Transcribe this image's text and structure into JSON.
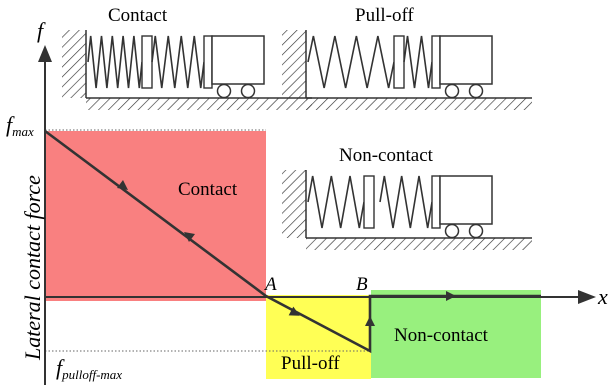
{
  "axes": {
    "y_label": "Lateral contact force",
    "y_symbol": "f",
    "x_symbol": "x",
    "f_max": {
      "base": "f",
      "sub": "max"
    },
    "f_pulloff": {
      "base": "f",
      "sub": "pulloff-max"
    }
  },
  "points": {
    "a": "A",
    "b": "B"
  },
  "regions": {
    "contact": "Contact",
    "pulloff": "Pull-off",
    "noncontact": "Non-contact"
  },
  "schematics": {
    "contact_title": "Contact",
    "pulloff_title": "Pull-off",
    "noncontact_title": "Non-contact"
  },
  "colors": {
    "contact": "#f98080",
    "pulloff": "#ffff55",
    "noncontact": "#98f07e",
    "curve": "#333333",
    "axis": "#333333"
  }
}
